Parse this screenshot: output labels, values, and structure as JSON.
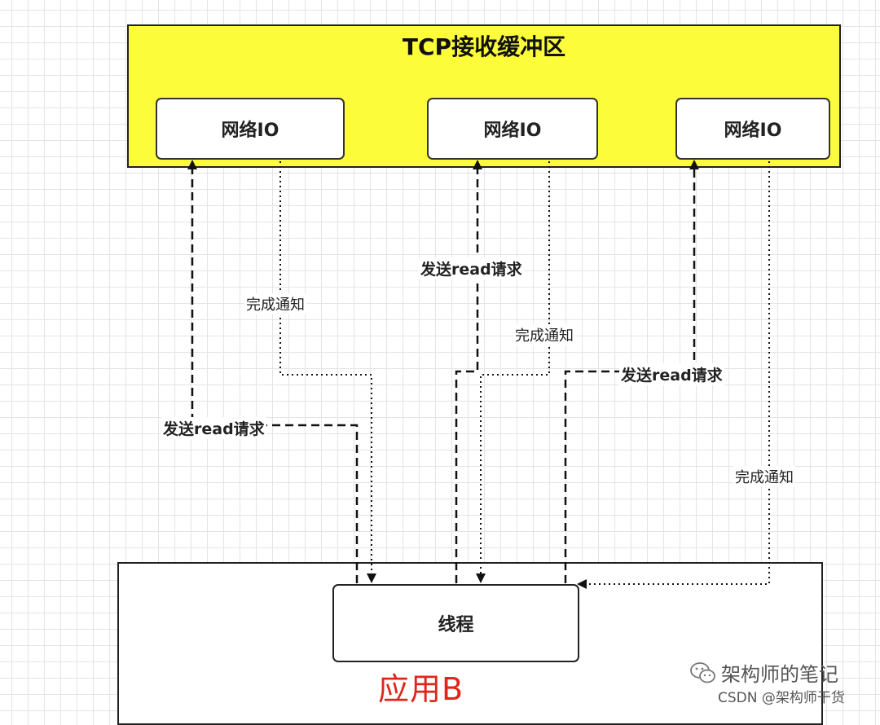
{
  "tcp_buffer": {
    "title": "TCP接收缓冲区"
  },
  "io_boxes": [
    "网络IO",
    "网络IO",
    "网络IO"
  ],
  "thread": {
    "label": "线程"
  },
  "app": {
    "label": "应用B"
  },
  "edges": {
    "send_1": "发送read请求",
    "done_1": "完成通知",
    "send_2": "发送read请求",
    "done_2": "完成通知",
    "send_3": "发送read请求",
    "done_3": "完成通知"
  },
  "watermark": {
    "account": "架构师的笔记",
    "csdn": "CSDN @架构师干货"
  },
  "colors": {
    "tcp_fill": "#fcfc3a",
    "app_label": "#e0261c"
  }
}
